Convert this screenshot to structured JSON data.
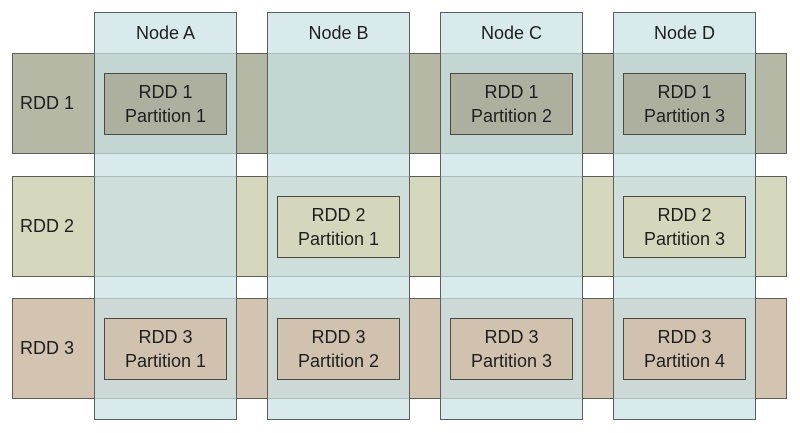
{
  "nodes": {
    "a": "Node A",
    "b": "Node B",
    "c": "Node C",
    "d": "Node D"
  },
  "rdds": {
    "r1": "RDD 1",
    "r2": "RDD 2",
    "r3": "RDD 3"
  },
  "partitions": {
    "rdd1_a": {
      "rdd": "RDD 1",
      "part": "Partition 1"
    },
    "rdd1_c": {
      "rdd": "RDD 1",
      "part": "Partition 2"
    },
    "rdd1_d": {
      "rdd": "RDD 1",
      "part": "Partition 3"
    },
    "rdd2_b": {
      "rdd": "RDD 2",
      "part": "Partition 1"
    },
    "rdd2_d": {
      "rdd": "RDD 2",
      "part": "Partition 3"
    },
    "rdd3_a": {
      "rdd": "RDD 3",
      "part": "Partition 1"
    },
    "rdd3_b": {
      "rdd": "RDD 3",
      "part": "Partition 2"
    },
    "rdd3_c": {
      "rdd": "RDD 3",
      "part": "Partition 3"
    },
    "rdd3_d": {
      "rdd": "RDD 3",
      "part": "Partition 4"
    }
  },
  "colors": {
    "rdd1_band": "#b5b8a5",
    "rdd2_band": "#d6d8bd",
    "rdd3_band": "#d3c3b1",
    "node_column": "#cae2e6",
    "border": "#5e5e58"
  }
}
